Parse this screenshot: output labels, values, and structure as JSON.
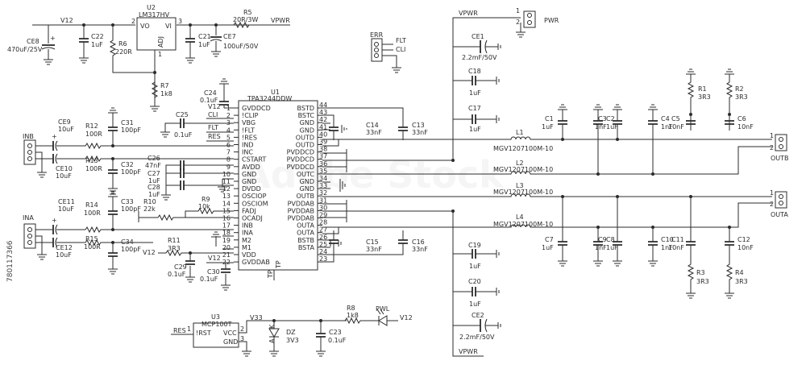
{
  "watermark": "Adobe Stock",
  "stock_id": "780117366",
  "nets": {
    "v12_top": "V12",
    "vpwr_top": "VPWR",
    "vpwr_right": "VPWR",
    "vpwr_bottom": "VPWR",
    "v12_a": "V12",
    "v12_b": "V12",
    "v12_c": "V12",
    "v12_d": "V12",
    "v33": "V33",
    "res": "RES",
    "flt": "FLT",
    "cli": "CLI",
    "res2": "RES",
    "flt2": "FLT",
    "cli2": "CLI"
  },
  "u1": {
    "ref": "U1",
    "part": "TPA3244DDW",
    "left_pins": [
      [
        "GVDDCD",
        "1"
      ],
      [
        "!CLIP",
        "2"
      ],
      [
        "VBG",
        "3"
      ],
      [
        "!FLT",
        "4"
      ],
      [
        "!RES",
        "5"
      ],
      [
        "IND",
        "6"
      ],
      [
        "INC",
        "7"
      ],
      [
        "CSTART",
        "8"
      ],
      [
        "AVDD",
        "9"
      ],
      [
        "GND",
        "10"
      ],
      [
        "GND",
        "11"
      ],
      [
        "DVDD",
        "12"
      ],
      [
        "OSCIOP",
        "13"
      ],
      [
        "OSCIOM",
        "14"
      ],
      [
        "FADJ",
        "15"
      ],
      [
        "OCADJ",
        "16"
      ],
      [
        "INB",
        "17"
      ],
      [
        "INA",
        "18"
      ],
      [
        "M2",
        "19"
      ],
      [
        "M1",
        "20"
      ],
      [
        "VDD",
        "21"
      ],
      [
        "GVDDAB",
        "22"
      ]
    ],
    "right_pins": [
      [
        "BSTD",
        "44"
      ],
      [
        "BSTC",
        "43"
      ],
      [
        "GND",
        "42"
      ],
      [
        "GND",
        "41"
      ],
      [
        "OUTD",
        "40"
      ],
      [
        "OUTD",
        "39"
      ],
      [
        "PVDDCD",
        "38"
      ],
      [
        "PVDDCD",
        "37"
      ],
      [
        "PVDDCD",
        "36"
      ],
      [
        "OUTC",
        "35"
      ],
      [
        "GND",
        "34"
      ],
      [
        "GND",
        "33"
      ],
      [
        "OUTB",
        "32"
      ],
      [
        "PVDDAB",
        "31"
      ],
      [
        "PVDDAB",
        "30"
      ],
      [
        "PVDDAB",
        "29"
      ],
      [
        "OUTA",
        "28"
      ],
      [
        "OUTA",
        "27"
      ],
      [
        "BSTB",
        "26"
      ],
      [
        "BSTA",
        "25"
      ],
      [
        "",
        "24"
      ],
      [
        "",
        "23"
      ]
    ],
    "bottom_pins": [
      "TP",
      "TP"
    ]
  },
  "u2": {
    "ref": "U2",
    "part": "LM317HV",
    "pin_vo": "VO",
    "pin_vi": "VI",
    "pin_adj": "ADJ",
    "n2": "2",
    "n3": "3",
    "n1": "1"
  },
  "u3": {
    "ref": "U3",
    "part": "MCP100T",
    "pin_rst": "!RST",
    "pin_vcc": "VCC",
    "pin_gnd": "GND",
    "n1": "1",
    "n2": "2",
    "n3": "3"
  },
  "conn": {
    "pwr": "PWR",
    "err": "ERR",
    "inb": "INB",
    "ina": "INA",
    "outb": "OUTB",
    "outa": "OUTA",
    "n1": "1",
    "n2": "2",
    "n3": "3",
    "n4": "1",
    "n5": "2",
    "n6": "1",
    "n7": "2",
    "n8": "1",
    "n9": "2"
  },
  "parts": {
    "ce8": "CE8",
    "ce8v": "470uF/25V",
    "c22": "C22",
    "c22v": "1uF",
    "r6": "R6",
    "r6v": "220R",
    "r7": "R7",
    "r7v": "1k8",
    "r5": "R5",
    "r5v": "20R/3W",
    "c21": "C21",
    "c21v": "1uF",
    "ce7": "CE7",
    "ce7v": "100uF/50V",
    "c24": "C24",
    "c24v": "0.1uF",
    "c25": "C25",
    "c25v": "0.1uF",
    "ce9": "CE9",
    "ce9v": "10uF",
    "ce10": "CE10",
    "ce10v": "10uF",
    "r12": "R12",
    "r12v": "100R",
    "r13": "R13",
    "r13v": "100R",
    "c31": "C31",
    "c31v": "100pF",
    "c32": "C32",
    "c32v": "100pF",
    "c26": "C26",
    "c26v": "47nF",
    "c27": "C27",
    "c27v": "1uF",
    "c28": "C28",
    "c28v": "1uF",
    "ce11": "CE11",
    "ce11v": "10uF",
    "ce12": "CE12",
    "ce12v": "10uF",
    "r14": "R14",
    "r14v": "100R",
    "r15": "R15",
    "r15v": "100R",
    "c33": "C33",
    "c33v": "100pF",
    "c34": "C34",
    "c34v": "100pF",
    "r10": "R10",
    "r10v": "22k",
    "r9": "R9",
    "r9v": "10k",
    "r11": "R11",
    "r11v": "3R3",
    "c29": "C29",
    "c29v": "0.1uF",
    "c30": "C30",
    "c30v": "0.1uF",
    "c14": "C14",
    "c14v": "33nF",
    "c13": "C13",
    "c13v": "33nF",
    "c15": "C15",
    "c15v": "33nF",
    "c16": "C16",
    "c16v": "33nF",
    "ce1": "CE1",
    "ce1v": "2.2mF/50V",
    "c18": "C18",
    "c18v": "1uF",
    "c17": "C17",
    "c17v": "1uF",
    "c19": "C19",
    "c19v": "1uF",
    "c20": "C20",
    "c20v": "1uF",
    "ce2": "CE2",
    "ce2v": "2.2mF/50V",
    "l1": "L1",
    "l2": "L2",
    "l3": "L3",
    "l4": "L4",
    "lv": "MGV1207100M-10",
    "lv2": "MGV1207100M-10",
    "lv3": "MGV1207100M-10",
    "lv4": "MGV1207100M-10",
    "c1": "C1",
    "c1v": "1uF",
    "c2": "C2",
    "c2v": "1uF",
    "c3": "C3",
    "c3v": "1nF",
    "c4": "C4",
    "c4v": "1nF",
    "c5": "C5",
    "c5v": "10nF",
    "c6": "C6",
    "c6v": "10nF",
    "r1": "R1",
    "r1v": "3R3",
    "r2": "R2",
    "r2v": "3R3",
    "c7": "C7",
    "c7v": "1uF",
    "c8": "C8",
    "c8v": "1uF",
    "c9": "C9",
    "c9v": "1nF",
    "c10": "C10",
    "c10v": "1nF",
    "c11": "C11",
    "c11v": "10nF",
    "c12": "C12",
    "c12v": "10nF",
    "r3": "R3",
    "r3v": "3R3",
    "r4": "R4",
    "r4v": "3R3",
    "r8": "R8",
    "r8v": "1k8",
    "pwl": "PWL",
    "dz": "DZ",
    "dzv": "3V3",
    "c23": "C23",
    "c23v": "0.1uF"
  }
}
